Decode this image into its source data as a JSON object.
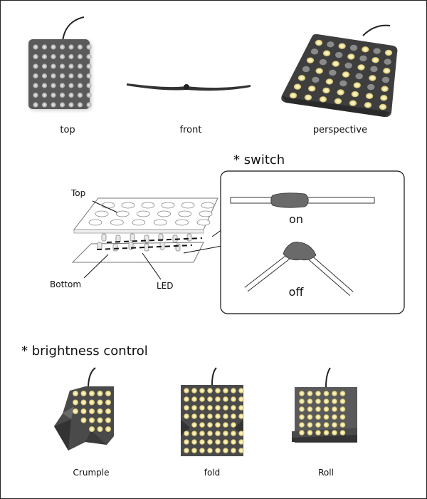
{
  "views": {
    "top": "top",
    "front": "front",
    "perspective": "perspective"
  },
  "switch": {
    "heading": "* switch",
    "on": "on",
    "off": "off"
  },
  "layers": {
    "top": "Top",
    "bottom": "Bottom",
    "led": "LED"
  },
  "brightness": {
    "heading": "* brightness control",
    "crumple": "Crumple",
    "fold": "fold",
    "roll": "Roll"
  },
  "colors": {
    "panel": "#5a5a5a",
    "led_on": "#f2e6a6",
    "led_off": "#d7d7d7",
    "line": "#222222"
  }
}
